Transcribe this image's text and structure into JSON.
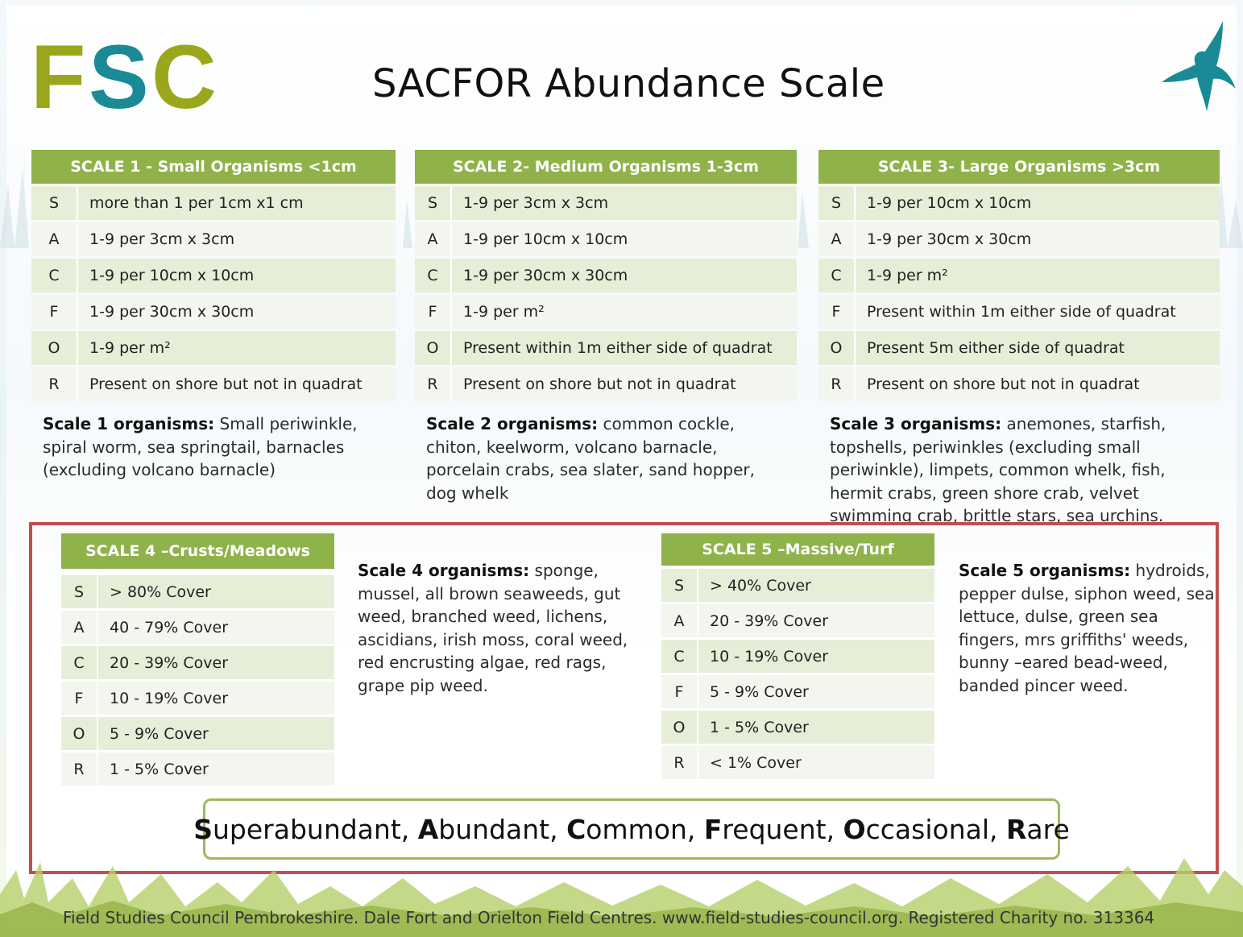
{
  "logo_text": "FSC",
  "title": "SACFOR Abundance Scale",
  "colors": {
    "header_green": "#8fb24a",
    "logo_olive": "#9aa71c",
    "logo_teal": "#1a8a96",
    "border_red": "#c0504d"
  },
  "scale1": {
    "header": "SCALE 1 - Small Organisms  <1cm",
    "rows": [
      {
        "code": "S",
        "desc": "more than 1 per 1cm x1 cm"
      },
      {
        "code": "A",
        "desc": "1-9 per 3cm x 3cm"
      },
      {
        "code": "C",
        "desc": "1-9 per 10cm x 10cm"
      },
      {
        "code": "F",
        "desc": "1-9 per 30cm x 30cm"
      },
      {
        "code": "O",
        "desc": "1-9 per m²"
      },
      {
        "code": "R",
        "desc": "Present on shore but not in quadrat"
      }
    ],
    "organisms_label": "Scale 1 organisms:",
    "organisms_text": " Small periwinkle, spiral worm, sea springtail, barnacles (excluding volcano barnacle)"
  },
  "scale2": {
    "header": "SCALE 2- Medium Organisms  1-3cm",
    "rows": [
      {
        "code": "S",
        "desc": "1-9 per 3cm x 3cm"
      },
      {
        "code": "A",
        "desc": "1-9 per 10cm x 10cm"
      },
      {
        "code": "C",
        "desc": "1-9 per 30cm x 30cm"
      },
      {
        "code": "F",
        "desc": "1-9 per m²"
      },
      {
        "code": "O",
        "desc": "Present within 1m either side of quadrat"
      },
      {
        "code": "R",
        "desc": "Present on shore but not in quadrat"
      }
    ],
    "organisms_label": "Scale 2 organisms:",
    "organisms_text": " common cockle, chiton, keelworm, volcano barnacle, porcelain crabs, sea slater, sand hopper, dog whelk"
  },
  "scale3": {
    "header": "SCALE 3- Large Organisms  >3cm",
    "rows": [
      {
        "code": "S",
        "desc": "1-9 per 10cm x 10cm"
      },
      {
        "code": "A",
        "desc": "1-9 per 30cm x 30cm"
      },
      {
        "code": "C",
        "desc": "1-9 per m²"
      },
      {
        "code": "F",
        "desc": "Present within 1m either side of quadrat"
      },
      {
        "code": "O",
        "desc": "Present 5m either side of quadrat"
      },
      {
        "code": "R",
        "desc": "Present on shore but not in quadrat"
      }
    ],
    "organisms_label": "Scale 3 organisms:",
    "organisms_text": " anemones, starfish, topshells, periwinkles (excluding small periwinkle), limpets, common whelk, fish, hermit crabs, green shore crab, velvet swimming crab, brittle stars, sea urchins."
  },
  "scale4": {
    "header": "SCALE 4 –Crusts/Meadows",
    "rows": [
      {
        "code": "S",
        "desc": "> 80% Cover"
      },
      {
        "code": "A",
        "desc": "40 - 79% Cover"
      },
      {
        "code": "C",
        "desc": "20 - 39% Cover"
      },
      {
        "code": "F",
        "desc": "10 - 19% Cover"
      },
      {
        "code": "O",
        "desc": "5 - 9% Cover"
      },
      {
        "code": "R",
        "desc": "1 - 5% Cover"
      }
    ],
    "organisms_label": "Scale 4 organisms:",
    "organisms_text": " sponge, mussel, all brown seaweeds, gut weed, branched weed, lichens, ascidians, irish moss, coral weed, red encrusting algae, red rags, grape pip weed."
  },
  "scale5": {
    "header": "SCALE 5 –Massive/Turf",
    "rows": [
      {
        "code": "S",
        "desc": "> 40% Cover"
      },
      {
        "code": "A",
        "desc": "20 - 39% Cover"
      },
      {
        "code": "C",
        "desc": "10 - 19% Cover"
      },
      {
        "code": "F",
        "desc": "5 - 9% Cover"
      },
      {
        "code": "O",
        "desc": "1 - 5% Cover"
      },
      {
        "code": "R",
        "desc": "< 1% Cover"
      }
    ],
    "organisms_label": "Scale 5 organisms:",
    "organisms_text": " hydroids, pepper dulse, siphon weed, sea lettuce, dulse, green sea fingers, mrs griffiths' weeds, bunny –eared bead-weed, banded pincer weed."
  },
  "legend": [
    {
      "initial": "S",
      "rest": "uperabundant, "
    },
    {
      "initial": "A",
      "rest": "bundant, "
    },
    {
      "initial": "C",
      "rest": "ommon, "
    },
    {
      "initial": "F",
      "rest": "requent, "
    },
    {
      "initial": "O",
      "rest": "ccasional, "
    },
    {
      "initial": "R",
      "rest": "are"
    }
  ],
  "footer": "Field Studies Council Pembrokeshire.  Dale Fort and Orielton Field Centres. www.field-studies-council.org. Registered Charity no. 313364"
}
